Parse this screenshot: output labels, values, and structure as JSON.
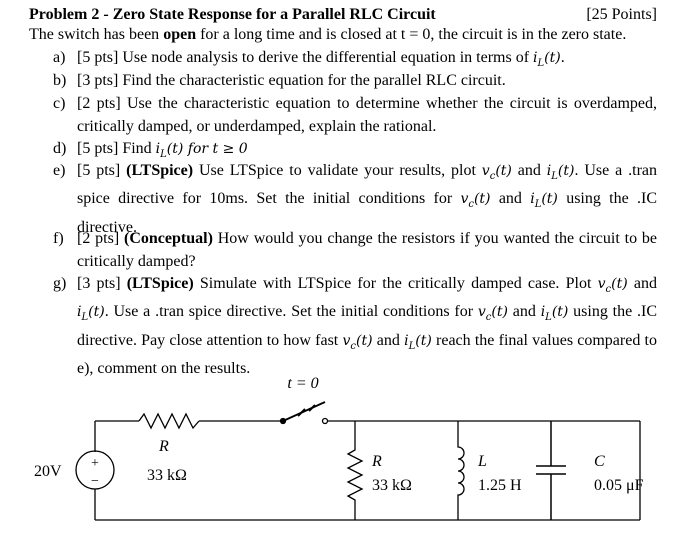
{
  "header": {
    "title": "Problem 2 - Zero State Response for a Parallel RLC Circuit",
    "points": "[25 Points]"
  },
  "intro": {
    "part1": "The switch has been ",
    "bold": "open",
    "part2": " for a long time and is closed at t = 0, the circuit is in the zero state."
  },
  "items": {
    "a": {
      "label": "a)",
      "text": "[5 pts] Use node analysis to derive the differential equation in terms of ",
      "math": "i",
      "math_sub": "L",
      "math_tail": "(t)",
      "end": "."
    },
    "b": {
      "label": "b)",
      "text": "[3 pts] Find the characteristic equation for the parallel RLC circuit."
    },
    "c": {
      "label": "c)",
      "text": "[2 pts] Use the characteristic equation to determine whether the circuit is overdamped, critically damped, or underdamped, explain the rational."
    },
    "d": {
      "label": "d)",
      "text": "[5 pts] Find ",
      "math": "i",
      "math_sub": "L",
      "math_tail": "(t)  for  t ≥ 0"
    },
    "e": {
      "label": "e)",
      "pre": "[5 pts] ",
      "bold": "(LTSpice)",
      "t1": " Use LTSpice to validate your results, plot ",
      "v": "v",
      "v_sub": "c",
      "v_tail": "(t)",
      "t2": " and ",
      "i": "i",
      "i_sub": "L",
      "i_tail": "(t)",
      "t3": ". Use a .tran spice directive for 10ms. Set the initial conditions for ",
      "t4": " and ",
      "t5": " using the .IC directive."
    },
    "f": {
      "label": "f)",
      "pre": "[2 pts] ",
      "bold": "(Conceptual)",
      "text": " How would you change the resistors if you wanted the circuit to be critically damped?"
    },
    "g": {
      "label": "g)",
      "pre": "[3 pts] ",
      "bold": "(LTSpice)",
      "t1": " Simulate with LTSpice for the critically damped case. Plot ",
      "t2": " and ",
      "t3": ". Use a .tran spice directive. Set the initial conditions for ",
      "t4": " and ",
      "t5": " using the .IC directive. Pay close attention to how fast ",
      "t6": " and ",
      "t7": " reach the final values compared to e), comment on the results."
    }
  },
  "circuit": {
    "switch_label": "t = 0",
    "source_value": "20V",
    "source_plus": "+",
    "source_minus": "−",
    "r1_name": "R",
    "r1_value": "33 kΩ",
    "r2_name": "R",
    "r2_value": "33 kΩ",
    "l_name": "L",
    "l_value": "1.25 H",
    "c_name": "C",
    "c_value": "0.05 μF"
  }
}
